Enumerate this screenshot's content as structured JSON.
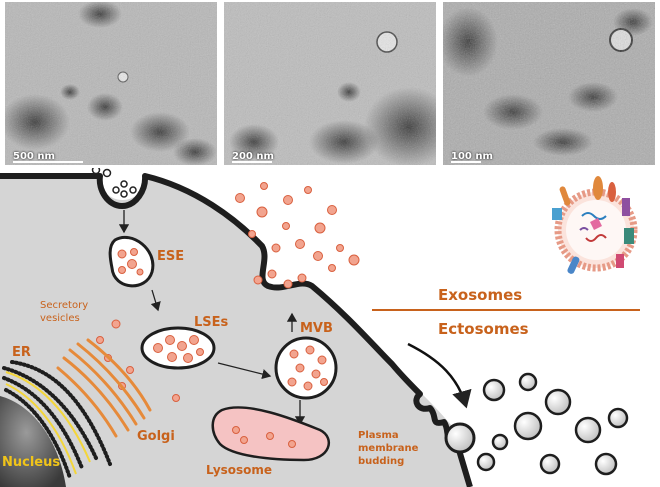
{
  "micrographs": [
    {
      "scale_label": "500 nm"
    },
    {
      "scale_label": "200 nm"
    },
    {
      "scale_label": "100 nm"
    }
  ],
  "labels": {
    "ese": "ESE",
    "lses": "LSEs",
    "mvb": "MVB",
    "secretory_line1": "Secretory",
    "secretory_line2": "vesicles",
    "er": "ER",
    "golgi": "Golgi",
    "nucleus": "Nucleus",
    "lysosome": "Lysosome",
    "plasma_line1": "Plasma",
    "plasma_line2": "membrane",
    "plasma_line3": "budding",
    "exosomes": "Exosomes",
    "ectosomes": "Ectosomes"
  },
  "colors": {
    "label": "#c8621c",
    "vesicle_fill": "#f2a48f",
    "vesicle_stroke": "#d9603f",
    "cell_bg": "#d4d4d4",
    "membrane": "#1f1f1f",
    "nucleus_label": "#f0c419"
  }
}
